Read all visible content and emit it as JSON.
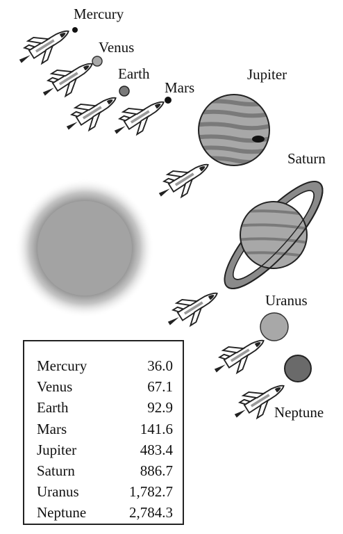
{
  "planets": {
    "mercury": {
      "name": "Mercury"
    },
    "venus": {
      "name": "Venus"
    },
    "earth": {
      "name": "Earth"
    },
    "mars": {
      "name": "Mars"
    },
    "jupiter": {
      "name": "Jupiter"
    },
    "saturn": {
      "name": "Saturn"
    },
    "uranus": {
      "name": "Uranus"
    },
    "neptune": {
      "name": "Neptune"
    }
  },
  "table": {
    "rows": [
      {
        "planet": "Mercury",
        "distance": "36.0"
      },
      {
        "planet": "Venus",
        "distance": "67.1"
      },
      {
        "planet": "Earth",
        "distance": "92.9"
      },
      {
        "planet": "Mars",
        "distance": "141.6"
      },
      {
        "planet": "Jupiter",
        "distance": "483.4"
      },
      {
        "planet": "Saturn",
        "distance": "886.7"
      },
      {
        "planet": "Uranus",
        "distance": "1,782.7"
      },
      {
        "planet": "Neptune",
        "distance": "2,784.3"
      }
    ]
  },
  "colors": {
    "sun": "#9a9a9a",
    "planet_light": "#a6a6a6",
    "planet_dark": "#6f6f6f",
    "outline": "#222222"
  }
}
